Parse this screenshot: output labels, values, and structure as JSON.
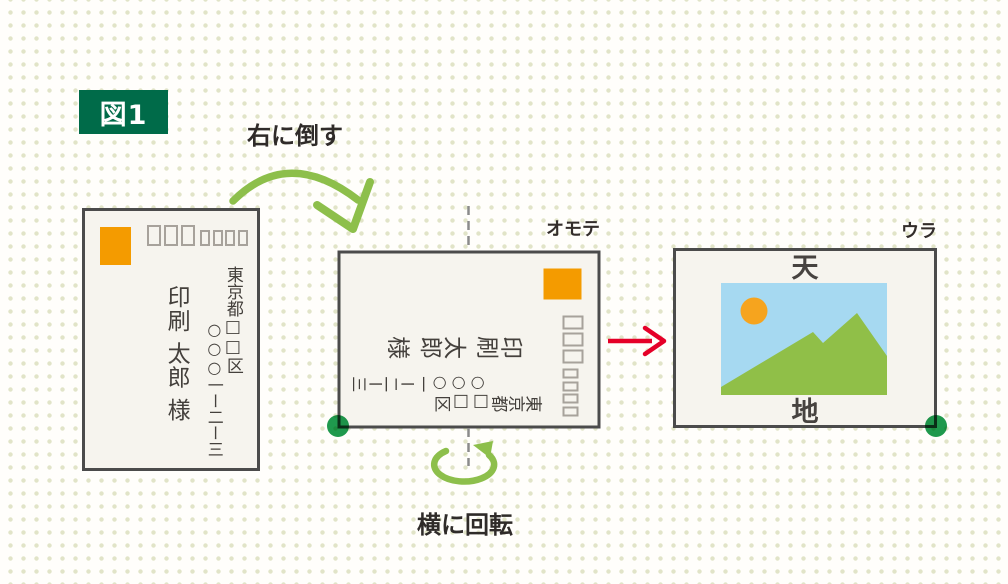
{
  "figure": {
    "label": "図1"
  },
  "annotations": {
    "tilt_right": "右に倒す",
    "rotate_horizontal": "横に回転"
  },
  "postcard_front": {
    "side_label": "オモテ",
    "recipient_name": "印刷 太郎 様",
    "address_line1": "東京都□□区",
    "address_line2": "○○○一ー二ー三",
    "postal_code_boxes": {
      "large": 3,
      "small": 4
    }
  },
  "postcard_back": {
    "side_label": "ウラ",
    "top_edge_label": "天",
    "bottom_edge_label": "地"
  },
  "colors": {
    "figure_label_bg": "#006b49",
    "card_border": "#4b4b4b",
    "card_bg": "#f6f4ee",
    "stamp_orange": "#f49b00",
    "arrow_green": "#8dbf4b",
    "arrow_red": "#e50028",
    "corner_dot_green": "#1f9a4e",
    "sky_blue": "#a6d9f1",
    "sun_orange": "#f6a41e",
    "mountain_green": "#90bf48",
    "background_dot": "#e1e4c8"
  }
}
